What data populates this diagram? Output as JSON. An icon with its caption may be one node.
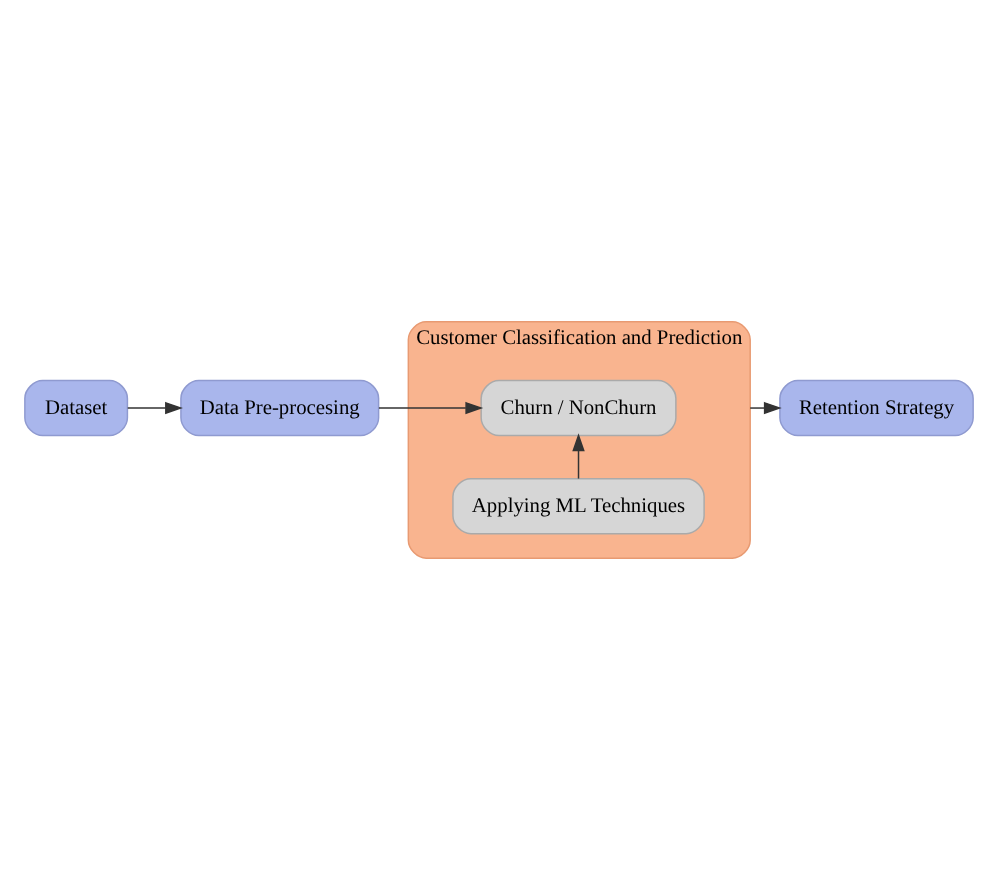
{
  "diagram": {
    "nodes": [
      {
        "text": [
          "Dataset"
        ]
      },
      {
        "text": [
          "Data Pre-procesing"
        ]
      },
      {
        "text": [
          "Customer Classification and Prediction"
        ]
      },
      {
        "text": [
          "Applying ML Techniques"
        ],
        "in": 2
      },
      {
        "text": [
          "Churn / NonChurn"
        ],
        "in": 2
      },
      {
        "text": [
          "Retention Strategy"
        ]
      }
    ],
    "edges": [
      {
        "from": 0,
        "to": 1,
        "arrow": "to"
      },
      {
        "from": 1,
        "to": 4,
        "arrow": "to"
      },
      {
        "from": 3,
        "to": 4,
        "arrow": "to"
      },
      {
        "from": 2,
        "to": 5,
        "arrow": "to"
      }
    ]
  }
}
